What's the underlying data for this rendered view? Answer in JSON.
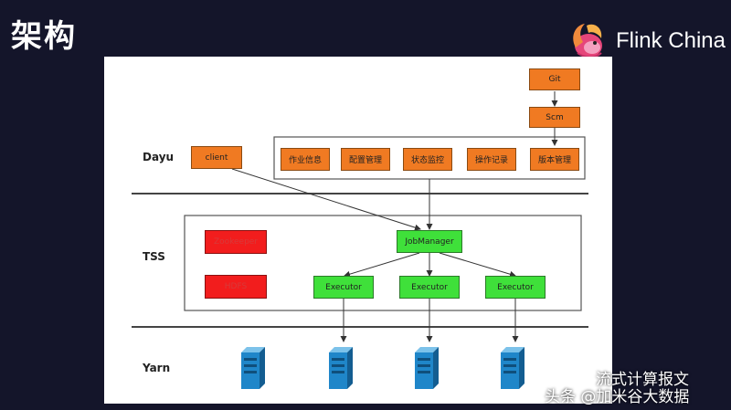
{
  "slide": {
    "title": "架构",
    "brand": "Flink China"
  },
  "diagram": {
    "layers": {
      "dayu": "Dayu",
      "tss": "TSS",
      "yarn": "Yarn"
    },
    "nodes": {
      "git": "Git",
      "scm": "Scm",
      "client": "client",
      "job_info": "作业信息",
      "config_mgmt": "配置管理",
      "status_monitor": "状态监控",
      "op_records": "操作记录",
      "version_mgmt": "版本管理",
      "jobmanager": "JobManager",
      "executor_1": "Executor",
      "executor_2": "Executor",
      "executor_3": "Executor",
      "red_1": "Zookeeper",
      "red_2": "HDFS"
    },
    "colors": {
      "orange": "#f07a22",
      "green": "#3fe03a",
      "red": "#f21d1d",
      "server": "#1f86c9"
    }
  },
  "watermark": {
    "line1": "流式计算报文",
    "line2": "头条 @加米谷大数据"
  }
}
